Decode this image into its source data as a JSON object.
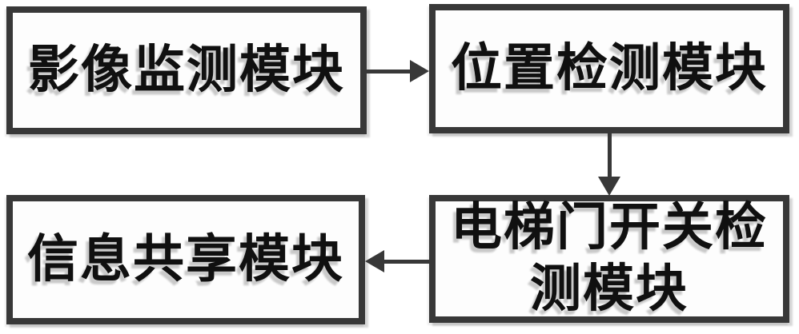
{
  "style": {
    "border_color": "#383838",
    "arrow_color": "#383838",
    "text_color": "#101010",
    "text_shadow_color": "#c9c9c9",
    "background_color": "#ffffff",
    "box_background_color": "#fdfdfd"
  },
  "diagram": {
    "nodes": [
      {
        "id": "image-monitoring",
        "label": "影像监测模块"
      },
      {
        "id": "position-detection",
        "label": "位置检测模块"
      },
      {
        "id": "door-switch-detection",
        "label": "电梯门开关检\n测模块"
      },
      {
        "id": "info-sharing",
        "label": "信息共享模块"
      }
    ],
    "edges": [
      {
        "from": "image-monitoring",
        "to": "position-detection",
        "direction": "right"
      },
      {
        "from": "position-detection",
        "to": "door-switch-detection",
        "direction": "down"
      },
      {
        "from": "door-switch-detection",
        "to": "info-sharing",
        "direction": "left"
      }
    ]
  }
}
